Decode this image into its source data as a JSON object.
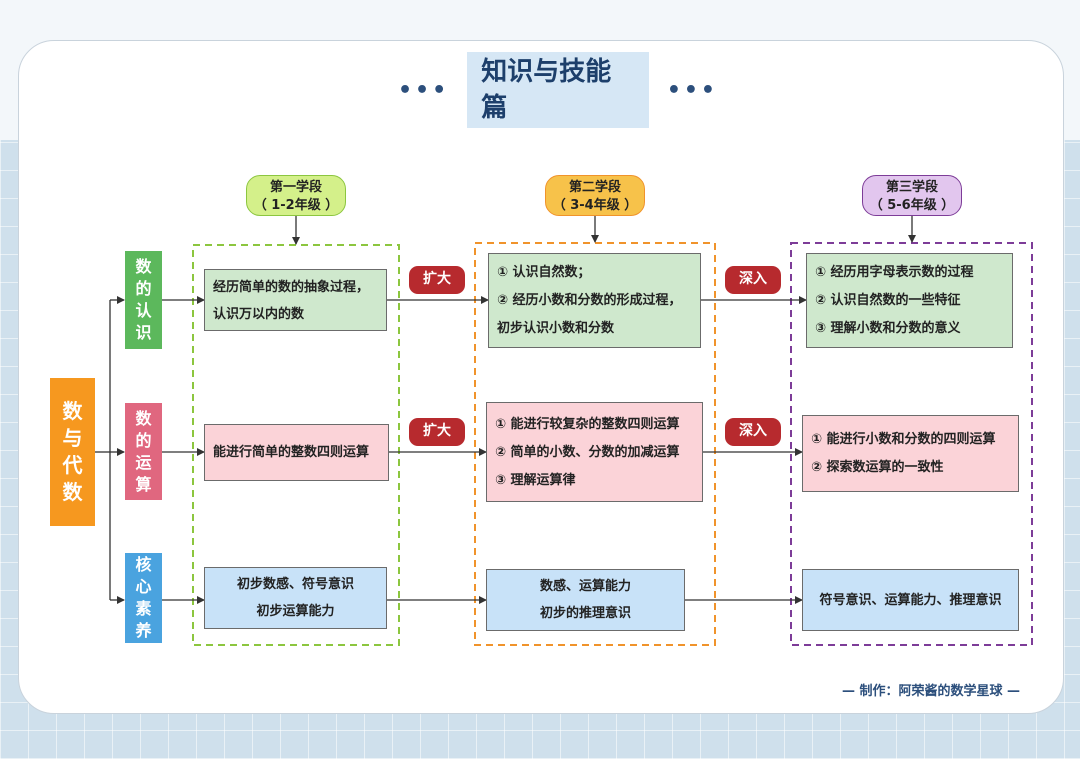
{
  "title": "知识与技能篇",
  "title_dots_left": "•••",
  "title_dots_right": "•••",
  "root_label": [
    "数",
    "与",
    "代",
    "数"
  ],
  "rows": [
    {
      "label": [
        "数",
        "的",
        "认",
        "识"
      ],
      "color": "#5cb85c"
    },
    {
      "label": [
        "数",
        "的",
        "运",
        "算"
      ],
      "color": "#e0677f"
    },
    {
      "label": [
        "核",
        "心",
        "素",
        "养"
      ],
      "color": "#4aa3df"
    }
  ],
  "stages": [
    {
      "name": "第一学段",
      "grades": "（ 1-2年级 ）",
      "fill": "#d4f08a",
      "border": "#8cc63f"
    },
    {
      "name": "第二学段",
      "grades": "（ 3-4年级 ）",
      "fill": "#f7c24a",
      "border": "#f0932b"
    },
    {
      "name": "第三学段",
      "grades": "（ 5-6年级 ）",
      "fill": "#e2c6ee",
      "border": "#7d3c98"
    }
  ],
  "cells": {
    "s1": {
      "recognition": [
        "经历简单的数的抽象过程，",
        "认识万以内的数"
      ],
      "operation": [
        "能进行简单的整数四则运算"
      ],
      "core": [
        "初步数感、符号意识",
        "初步运算能力"
      ]
    },
    "s2": {
      "recognition": [
        "① 认识自然数；",
        "② 经历小数和分数的形成过程，",
        "初步认识小数和分数"
      ],
      "operation": [
        "① 能进行较复杂的整数四则运算",
        "② 简单的小数、分数的加减运算",
        "③ 理解运算律"
      ],
      "core": [
        "数感、运算能力",
        "初步的推理意识"
      ]
    },
    "s3": {
      "recognition": [
        "① 经历用字母表示数的过程",
        "② 认识自然数的一些特征",
        "③ 理解小数和分数的意义"
      ],
      "operation": [
        "① 能进行小数和分数的四则运算",
        "② 探索数运算的一致性"
      ],
      "core": [
        "符号意识、运算能力、推理意识"
      ]
    }
  },
  "tags": {
    "expand": "扩大",
    "deepen": "深入"
  },
  "footer": "— 制作：阿荣酱的数学星球 —",
  "colors": {
    "root": "#f6981f",
    "tag": "#b72a2e",
    "title_text": "#1d3f6b"
  }
}
